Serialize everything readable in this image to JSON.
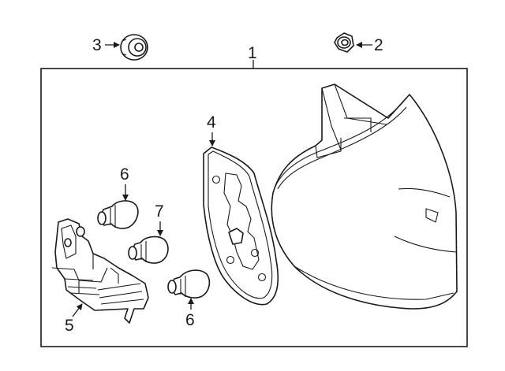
{
  "callouts": {
    "c1": "1",
    "c2": "2",
    "c3": "3",
    "c4": "4",
    "c5": "5",
    "c6a": "6",
    "c7": "7",
    "c6b": "6"
  },
  "colors": {
    "line": "#1a1a1a",
    "background": "#ffffff"
  }
}
